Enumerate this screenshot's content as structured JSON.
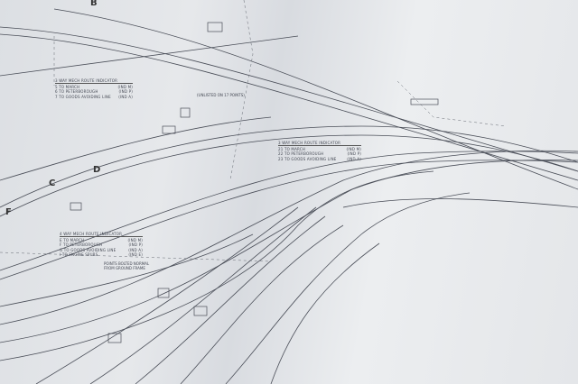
{
  "indicators": [
    {
      "title": "3 WAY MECH ROUTE INDICATOR",
      "rows": [
        {
          "route": "5 TO MARCH",
          "ind": "(IND M)"
        },
        {
          "route": "6 TO PETERBOROUGH",
          "ind": "(IND P)"
        },
        {
          "route": "7 TO GOODS AVOIDING LINE",
          "ind": "(IND A)"
        }
      ]
    },
    {
      "title": "3 WAY MECH ROUTE INDICATOR",
      "rows": [
        {
          "route": "21 TO MARCH",
          "ind": "(IND M)"
        },
        {
          "route": "22 TO PETERBOROUGH",
          "ind": "(IND P)"
        },
        {
          "route": "23 TO GOODS AVOIDING LINE",
          "ind": "(IND A)"
        }
      ]
    },
    {
      "title": "4 WAY MECH ROUTE INDICATOR",
      "rows": [
        {
          "route": "E TO MARCH",
          "ind": "(IND M)"
        },
        {
          "route": "F TO PETERBOROUGH",
          "ind": "(IND P)"
        },
        {
          "route": "G TO GOODS AVOIDING LINE",
          "ind": "(IND A)"
        },
        {
          "route": "I TO ENGINE SPURS",
          "ind": "(IND E)"
        }
      ]
    }
  ],
  "notes": {
    "points_bolted": "POINTS BOLTED NORMAL FROM GROUND FRAME",
    "unlisted": "(UNLISTED ON 17 POINTS)"
  },
  "letters": {
    "b": "B",
    "c": "C",
    "d": "D",
    "f": "F"
  }
}
